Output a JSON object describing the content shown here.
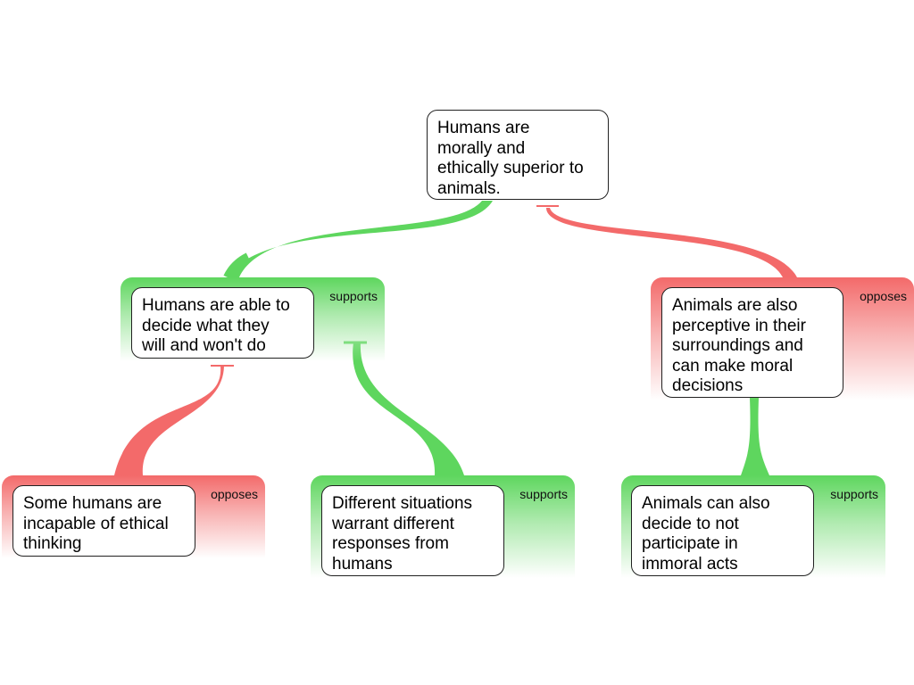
{
  "colors": {
    "supports": "#5ed65e",
    "opposes": "#f36a6a"
  },
  "nodes": {
    "root": {
      "text": "Humans are\nmorally and\nethically superior to\nanimals."
    },
    "decide": {
      "text": "Humans are able to\ndecide what they\nwill and won't do",
      "relation": "supports"
    },
    "perceptive": {
      "text": "Animals are also\nperceptive in their\nsurroundings and\ncan make moral\ndecisions",
      "relation": "opposes"
    },
    "incapable": {
      "text": "Some humans are\nincapable of ethical\nthinking",
      "relation": "opposes"
    },
    "situations": {
      "text": "Different situations\nwarrant different\nresponses from\nhumans",
      "relation": "supports"
    },
    "immoral": {
      "text": "Animals can also\ndecide to not\nparticipate in\nimmoral acts",
      "relation": "supports"
    }
  }
}
